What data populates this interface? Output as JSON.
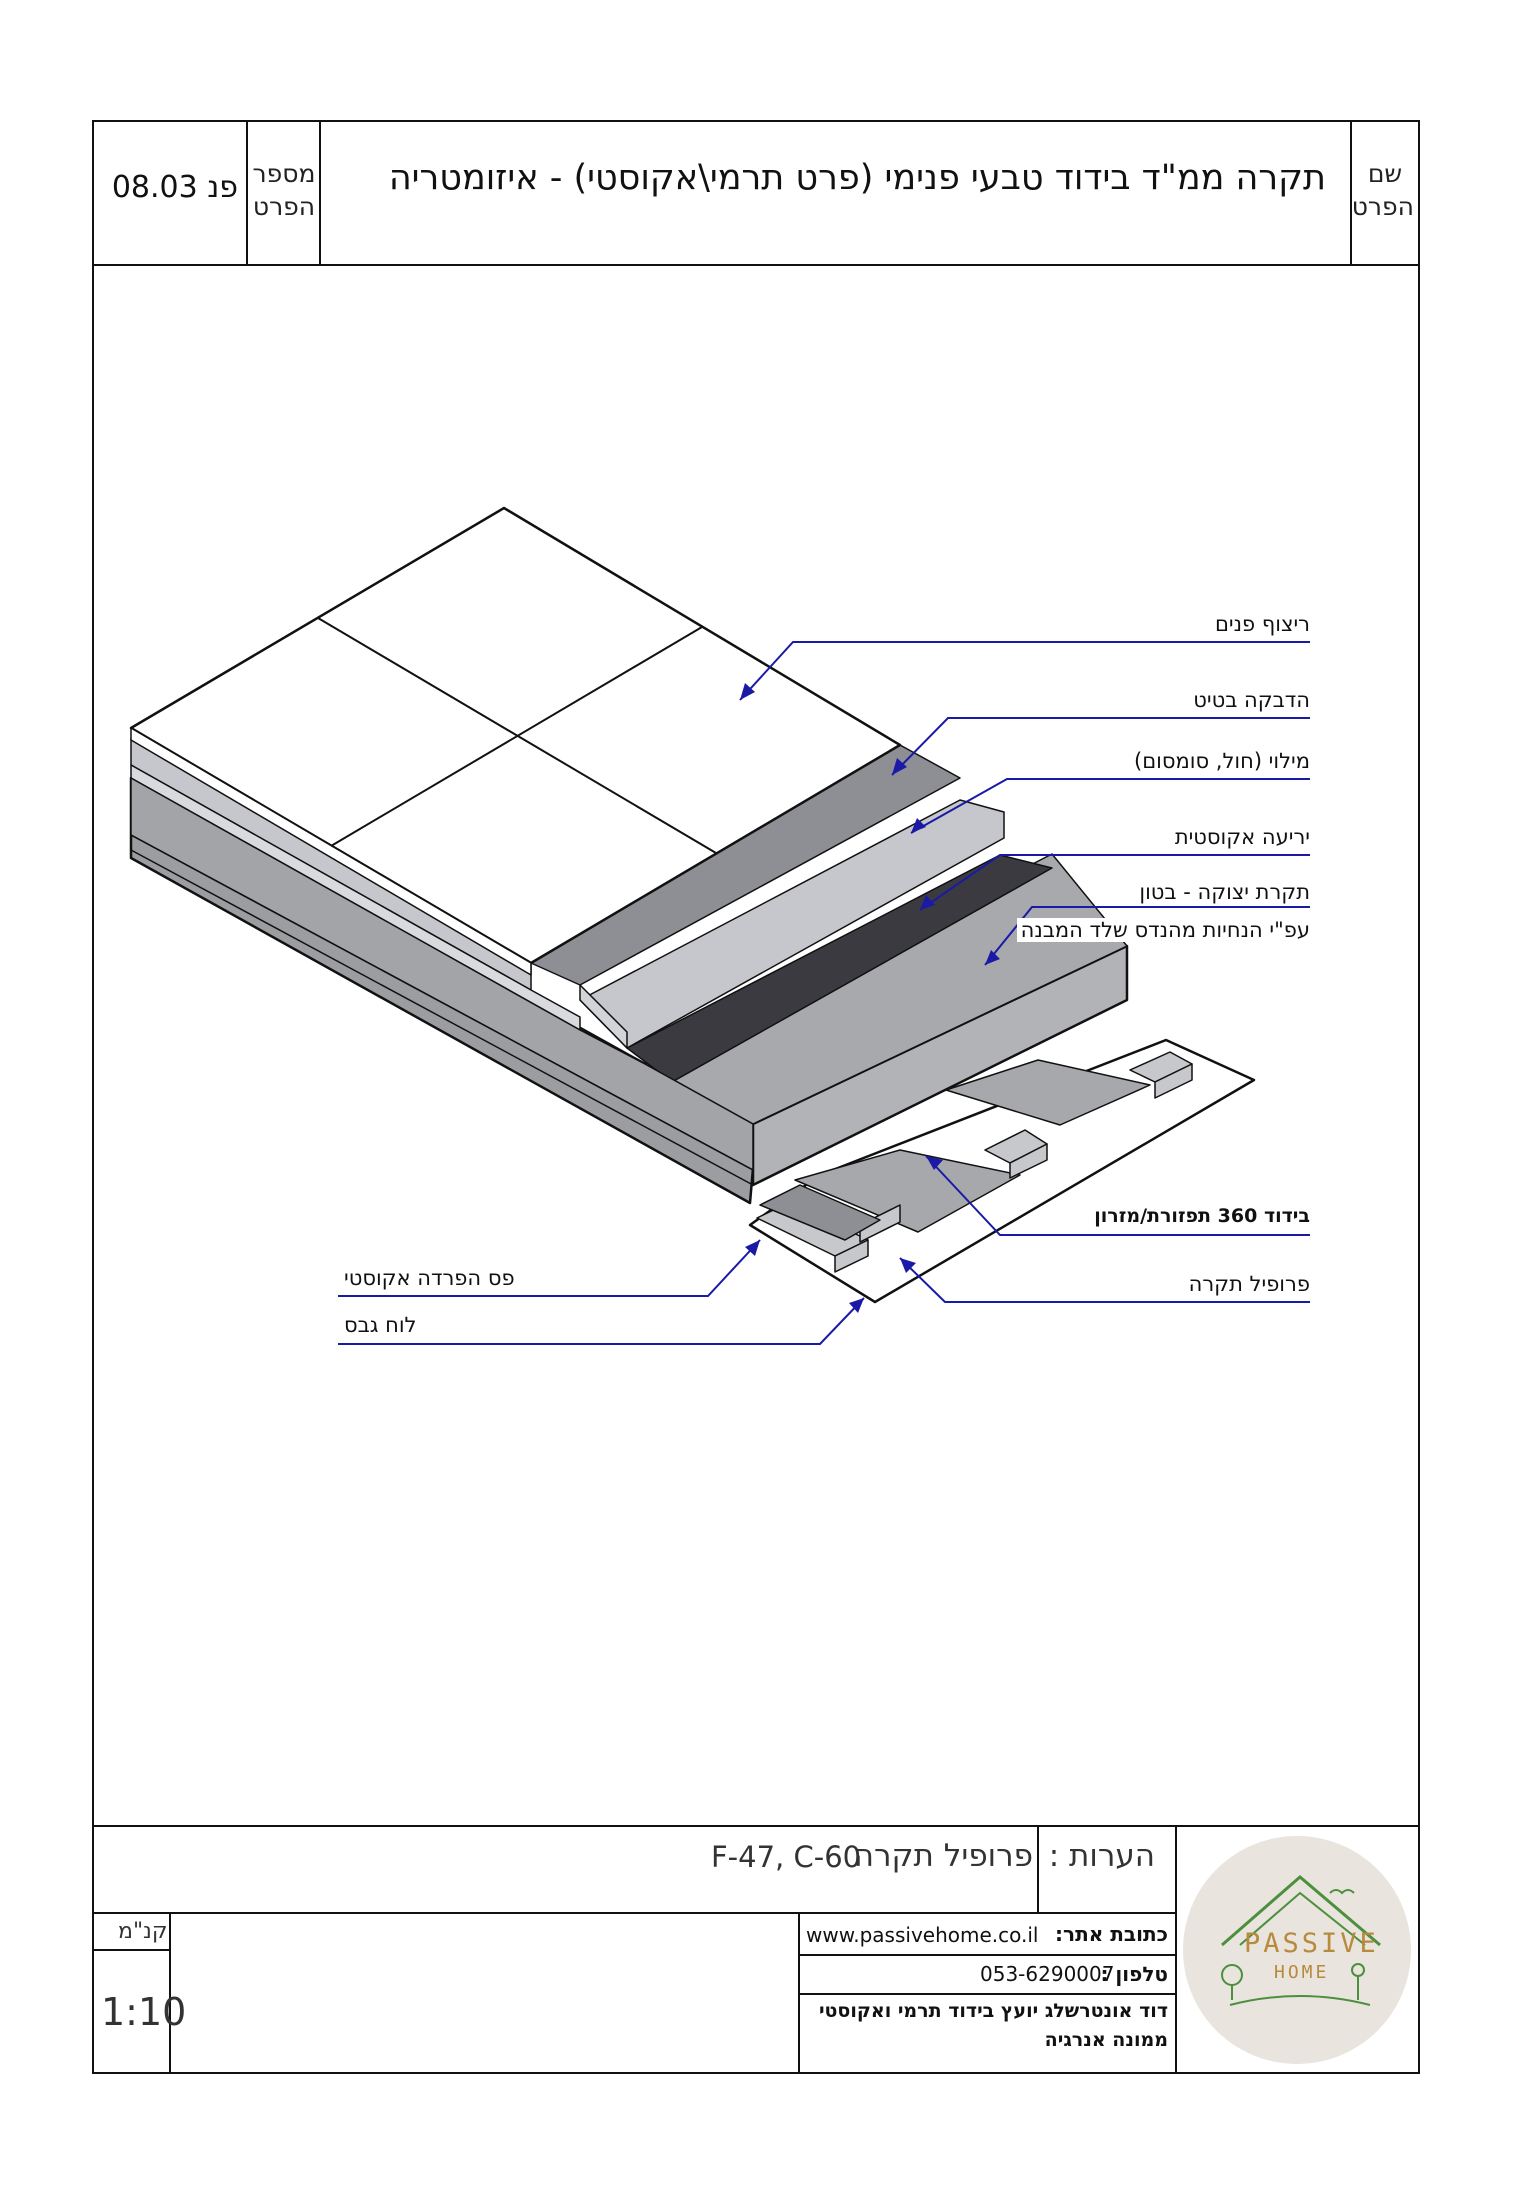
{
  "header": {
    "name_caption_line1": "שם",
    "name_caption_line2": "הפרט",
    "title": "תקרה ממ\"ד בידוד טבעי פנימי (פרט תרמי\\אקוסטי) - איזומטריה",
    "number_caption_line1": "מספר",
    "number_caption_line2": "הפרט",
    "detail_number": "פנ 08.03"
  },
  "drawing": {
    "labels": {
      "floor_tiles": "ריצוף פנים",
      "tile_adhesive": "הדבקה בטיט",
      "fill": "מילוי (חול, סומסום)",
      "acoustic_sheet": "יריעה אקוסטית",
      "concrete_slab": "תקרת יצוקה - בטון",
      "engineer_note": "עפ\"י הנחיות מהנדס שלד המבנה",
      "insulation": "בידוד 360 תפזורת/מזרון",
      "ceiling_profile": "פרופיל תקרה",
      "acoustic_strip": "פס הפרדה אקוסטי",
      "gypsum_board": "לוח גבס"
    }
  },
  "footer": {
    "notes_caption": "הערות :",
    "notes_text": "פרופיל תקרה",
    "notes_codes": "F-47, C-60",
    "scale_caption": "קנ\"מ",
    "scale_value": "1:10",
    "website_caption": "כתובת אתר:",
    "website": "www.passivehome.co.il",
    "phone_caption": "טלפון :",
    "phone": "053-6290007",
    "author_line1": "דוד אונטרשלג יועץ בידוד תרמי ואקוסטי",
    "author_line2": "ממונה אנרגיה",
    "logo_word1": "PASSIVE",
    "logo_word2": "HOME"
  },
  "colors": {
    "leader_line": "#1a1aa6",
    "tile": "#ffffff",
    "adhesive": "#8e8f94",
    "fill_layer": "#c6c7cc",
    "acoustic_sheet": "#3a3a40",
    "concrete": "#a8a9ac",
    "concrete_side": "#9c9da1",
    "gypsum": "#bfc0c3",
    "logo_circle": "#e9e4de",
    "logo_green": "#4c8f3d",
    "logo_text": "#b88a3c"
  }
}
